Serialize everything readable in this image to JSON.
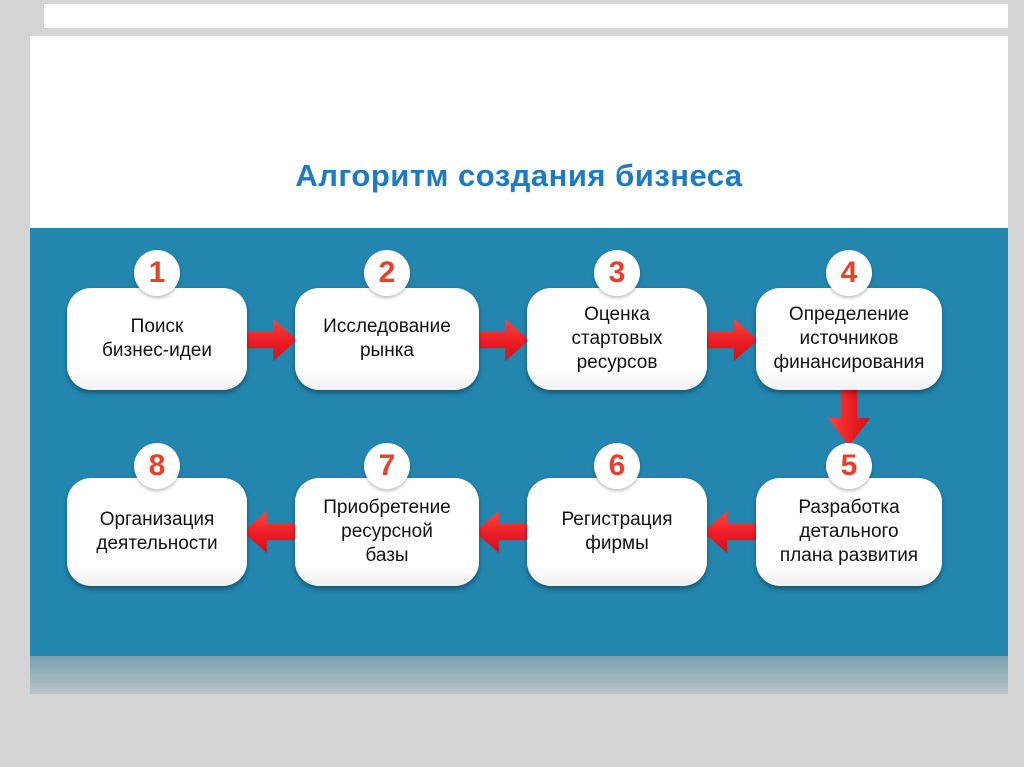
{
  "slide": {
    "title": "Алгоритм создания бизнеса"
  },
  "colors": {
    "page_bg": "#d4d4d4",
    "title_blue": "#1d7cc1",
    "teal_bg": "#2286ae",
    "arrow_red": "#ec1c24",
    "number_red": "#e8402a",
    "bottom_band": "#7aa0b0"
  },
  "steps": [
    {
      "number": "1",
      "label": "Поиск\nбизнес-идеи"
    },
    {
      "number": "2",
      "label": "Исследование\nрынка"
    },
    {
      "number": "3",
      "label": "Оценка\nстартовых\nресурсов"
    },
    {
      "number": "4",
      "label": "Определение\nисточников\nфинансирования"
    },
    {
      "number": "5",
      "label": "Разработка\nдетального\nплана развития"
    },
    {
      "number": "6",
      "label": "Регистрация\nфирмы"
    },
    {
      "number": "7",
      "label": "Приобретение\nресурсной\nбазы"
    },
    {
      "number": "8",
      "label": "Организация\nдеятельности"
    }
  ]
}
